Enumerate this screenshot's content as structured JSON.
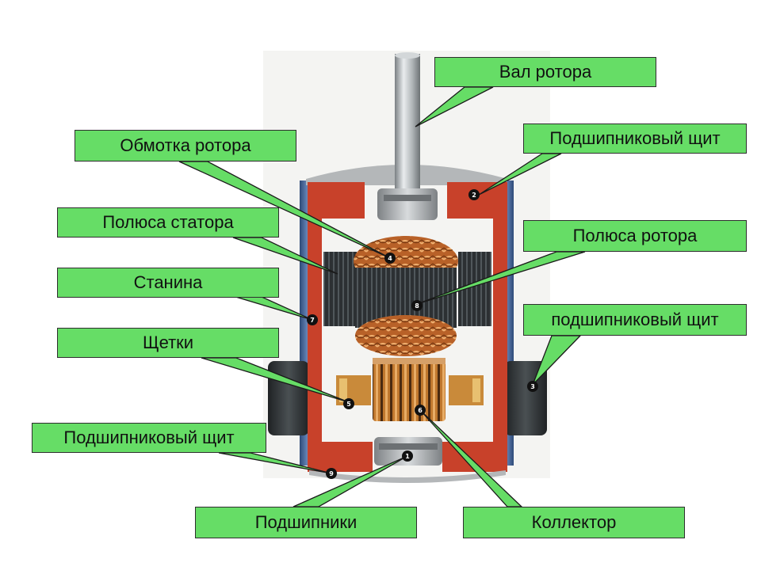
{
  "labels": {
    "shaft": "Вал ротора",
    "bearing_shield_top": "Подшипниковый щит",
    "rotor_winding": "Обмотка ротора",
    "stator_poles": "Полюса статора",
    "rotor_poles": "Полюса ротора",
    "frame": "Станина",
    "bearing_shield_right": "подшипниковый щит",
    "brushes": "Щетки",
    "bearing_shield_bottom": "Подшипниковый щит",
    "bearings": "Подшипники",
    "commutator": "Коллектор"
  },
  "markers": {
    "m1": "1",
    "m2": "2",
    "m3": "3",
    "m4": "4",
    "m5": "5",
    "m6": "6",
    "m7": "7",
    "m8": "8",
    "m9": "9"
  },
  "colors": {
    "callout_fill": "#66dd66",
    "housing_red": "#c8412a",
    "copper": "#c7702c",
    "steel": "#9ea3a6",
    "marker": "#111111"
  }
}
